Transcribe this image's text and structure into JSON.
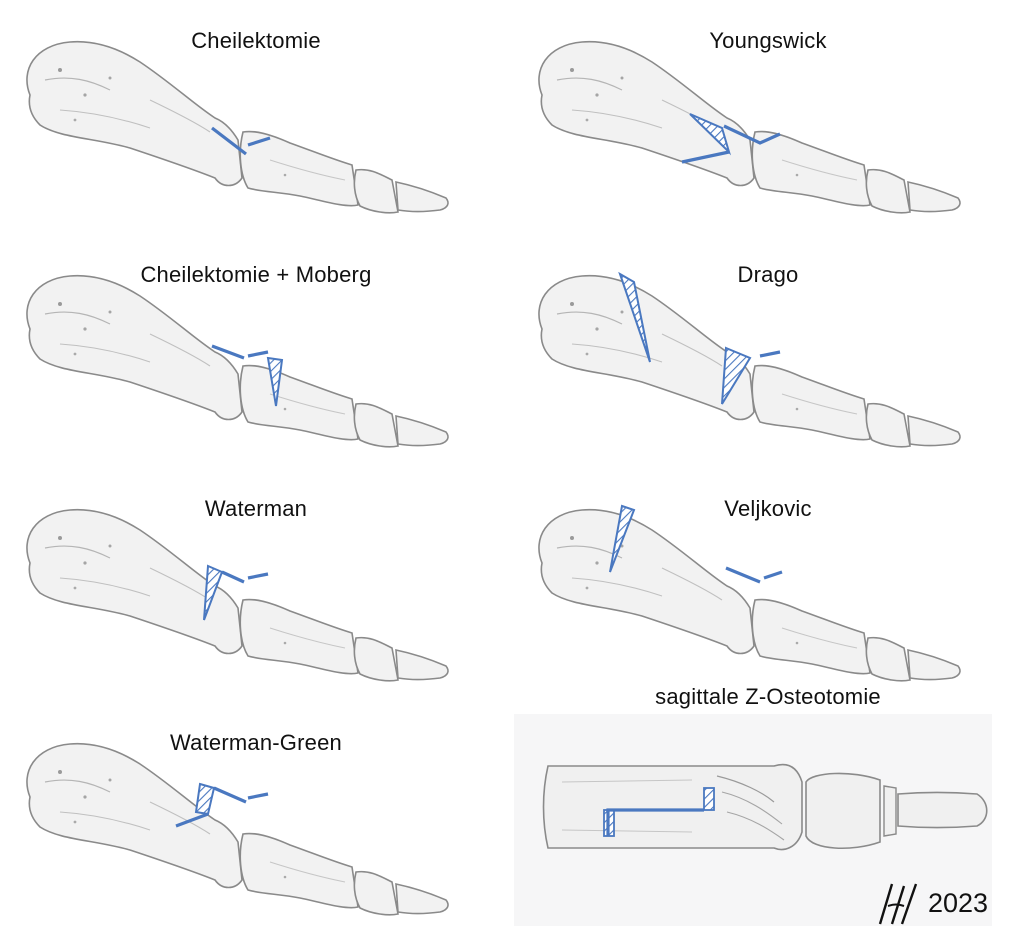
{
  "figure": {
    "procedures": [
      {
        "title": "Cheilektomie"
      },
      {
        "title": "Youngswick"
      },
      {
        "title": "Cheilektomie + Moberg"
      },
      {
        "title": "Drago"
      },
      {
        "title": "Waterman"
      },
      {
        "title": "Veljkovic"
      },
      {
        "title": "Waterman-Green"
      },
      {
        "title": "sagittale Z-Osteotomie"
      }
    ],
    "signature_year": "2023",
    "colors": {
      "osteotomy_line": "#4a78c0",
      "bone_outline": "#8a8a8a",
      "bone_fill": "#f2f2f2",
      "text": "#111111"
    }
  }
}
